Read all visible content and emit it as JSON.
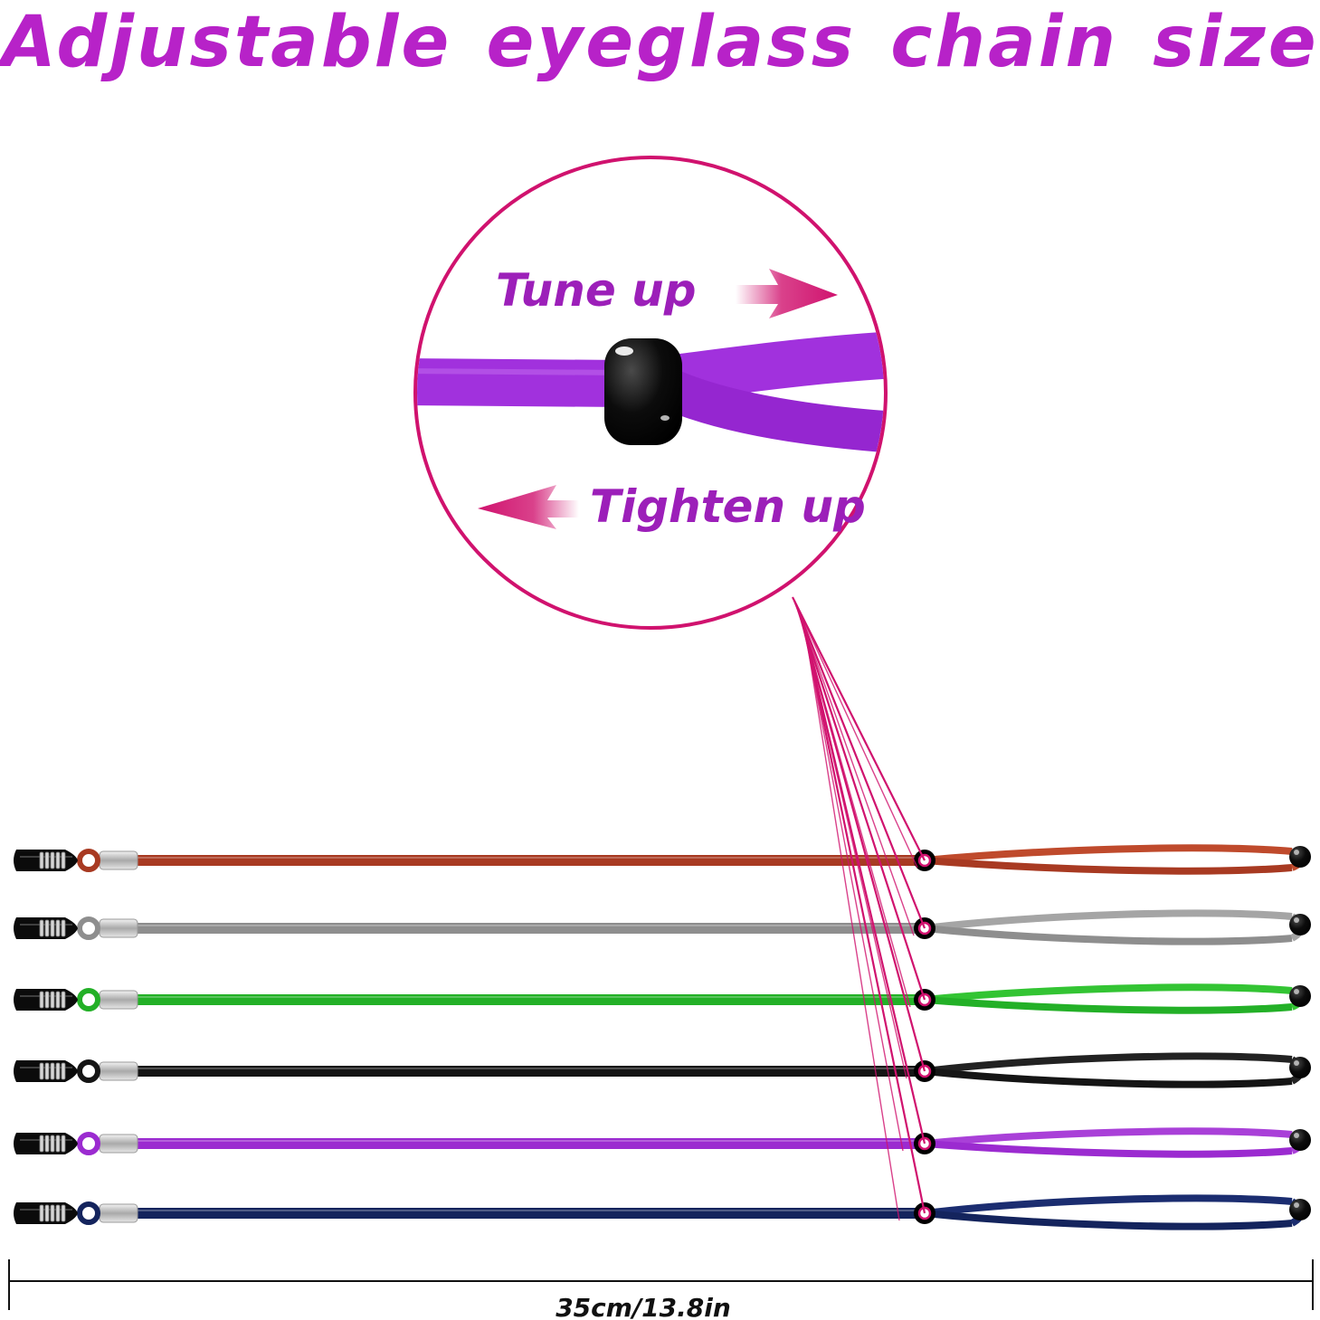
{
  "title": "Adjustable eyeglass chain size",
  "zoom": {
    "tune_up_label": "Tune up",
    "tighten_up_label": "Tighten up"
  },
  "measurement_label": "35cm/13.8in",
  "colors": {
    "title": "#b722c8",
    "zoom_label": "#9c1fb9",
    "accent": "#d0126e",
    "zoom_cord": "#a131dd"
  },
  "chains": [
    {
      "color": "#a83a22",
      "loop_color": "#bf4a2c"
    },
    {
      "color": "#8e8e8e",
      "loop_color": "#a5a5a5"
    },
    {
      "color": "#23b027",
      "loop_color": "#33c433"
    },
    {
      "color": "#151515",
      "loop_color": "#222222"
    },
    {
      "color": "#9b2bd0",
      "loop_color": "#a940d8"
    },
    {
      "color": "#14245d",
      "loop_color": "#1b2d70"
    }
  ]
}
